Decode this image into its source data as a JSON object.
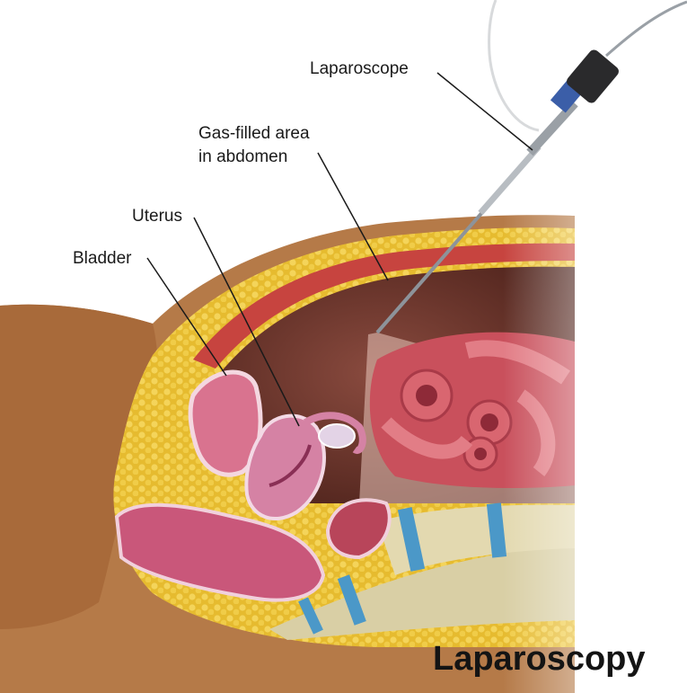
{
  "title": "Laparoscopy",
  "labels": {
    "laparoscope": "Laparoscope",
    "gas_line1": "Gas-filled area",
    "gas_line2": "in abdomen",
    "uterus": "Uterus",
    "bladder": "Bladder"
  },
  "colors": {
    "skin": "#b57a48",
    "fat": "#e8c13a",
    "muscle": "#c7443f",
    "cavity": "#5a2a24",
    "intestine": "#d4606a",
    "organ_pink": "#d97b98",
    "bone": "#d9cfa5",
    "disc": "#4b98c8",
    "scope": "#9aa0a6"
  }
}
